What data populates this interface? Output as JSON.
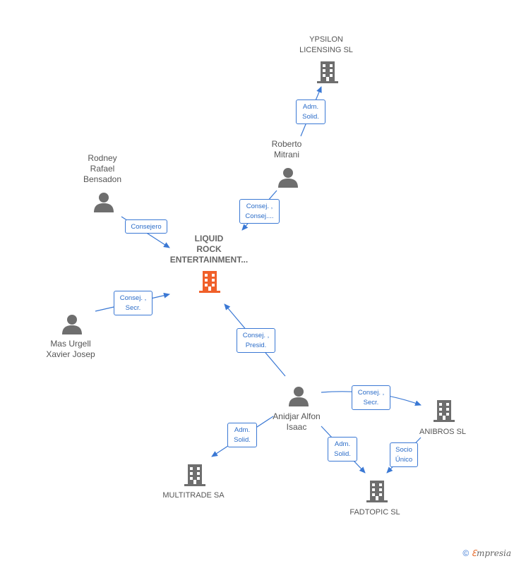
{
  "colors": {
    "edge": "#3a78d4",
    "main_company": "#f0602a",
    "company": "#6e6e6e",
    "person": "#6e6e6e"
  },
  "nodes": {
    "liquid_rock": {
      "label": "LIQUID\nROCK\nENTERTAINMENT...",
      "type": "company-main",
      "icon": "building-icon"
    },
    "ypsilon": {
      "label": "YPSILON\nLICENSING  SL",
      "type": "company",
      "icon": "building-icon"
    },
    "roberto": {
      "label": "Roberto\nMitrani",
      "type": "person",
      "icon": "person-icon"
    },
    "rodney": {
      "label": "Rodney\nRafael\nBensadon",
      "type": "person",
      "icon": "person-icon"
    },
    "mas_urgell": {
      "label": "Mas Urgell\nXavier Josep",
      "type": "person",
      "icon": "person-icon"
    },
    "anidjar": {
      "label": "Anidjar Alfon\nIsaac",
      "type": "person",
      "icon": "person-icon"
    },
    "anibros": {
      "label": "ANIBROS SL",
      "type": "company",
      "icon": "building-icon"
    },
    "multitrade": {
      "label": "MULTITRADE SA",
      "type": "company",
      "icon": "building-icon"
    },
    "fadtopic": {
      "label": "FADTOPIC SL",
      "type": "company",
      "icon": "building-icon"
    }
  },
  "edges": {
    "roberto_ypsilon": {
      "label": "Adm.\nSolid."
    },
    "roberto_liquid": {
      "label": "Consej. ,\nConsej...."
    },
    "rodney_liquid": {
      "label": "Consejero"
    },
    "mas_liquid": {
      "label": "Consej. ,\nSecr."
    },
    "anidjar_liquid": {
      "label": "Consej. ,\nPresid."
    },
    "anidjar_anibros": {
      "label": "Consej. ,\nSecr."
    },
    "anidjar_multitrade": {
      "label": "Adm.\nSolid."
    },
    "anidjar_fadtopic": {
      "label": "Adm.\nSolid."
    },
    "anibros_fadtopic": {
      "label": "Socio\nÚnico"
    }
  },
  "footer": {
    "copyright": "©",
    "brand_first": "ℇ",
    "brand_rest": "mpresia"
  }
}
